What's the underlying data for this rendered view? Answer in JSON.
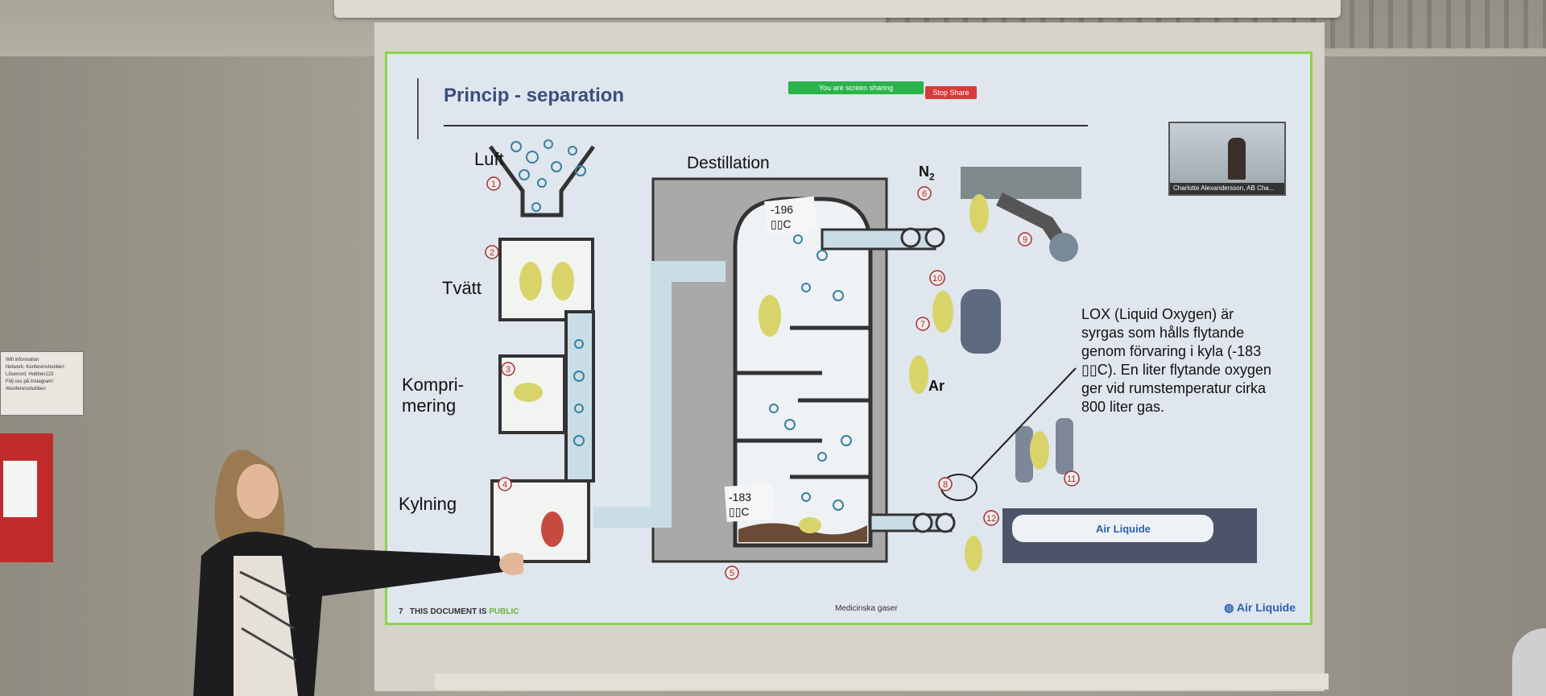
{
  "slide": {
    "title": "Princip - separation",
    "share_notice": "You are screen sharing",
    "stop_share": "Stop Share",
    "video_caption": "Charlotte Alexandersson, AB Cha...",
    "labels": {
      "luft": "Luft",
      "tvatt": "Tvätt",
      "kompri": "Kompri-",
      "mering": "mering",
      "kylning": "Kylning",
      "destillation": "Destillation",
      "n2": "N",
      "n2_sub": "2",
      "ar": "Ar",
      "temp_top": "-196",
      "temp_top_unit": "▯▯C",
      "temp_bottom": "-183",
      "temp_bottom_unit": "▯▯C"
    },
    "lox_text": "LOX (Liquid Oxygen) är syrgas som hålls flytande genom förvaring i kyla (-183 ▯▯C). En liter flytande oxygen ger vid rumstemperatur cirka 800 liter gas.",
    "step_numbers": [
      "1",
      "2",
      "3",
      "4",
      "5",
      "6",
      "7",
      "8",
      "9",
      "10",
      "11",
      "12"
    ],
    "truck_brand": "Air Liquide",
    "footer": {
      "page": "7",
      "doc_notice": "THIS DOCUMENT IS",
      "doc_public": "PUBLIC",
      "center": "Medicinska gaser",
      "logo": "Air Liquide"
    }
  },
  "room": {
    "notice_lines": [
      "Wifi information",
      "Network: Konferenshubben",
      "Lösenord: Hubben123",
      "Följ oss på Instagram!",
      "#konferenshubben"
    ]
  },
  "colors": {
    "slide_border": "#8ed14e",
    "title": "#3a4f7c",
    "accent_blue": "#2a5fb0",
    "share_green": "#29b34a",
    "stop_red": "#d93b3b"
  }
}
